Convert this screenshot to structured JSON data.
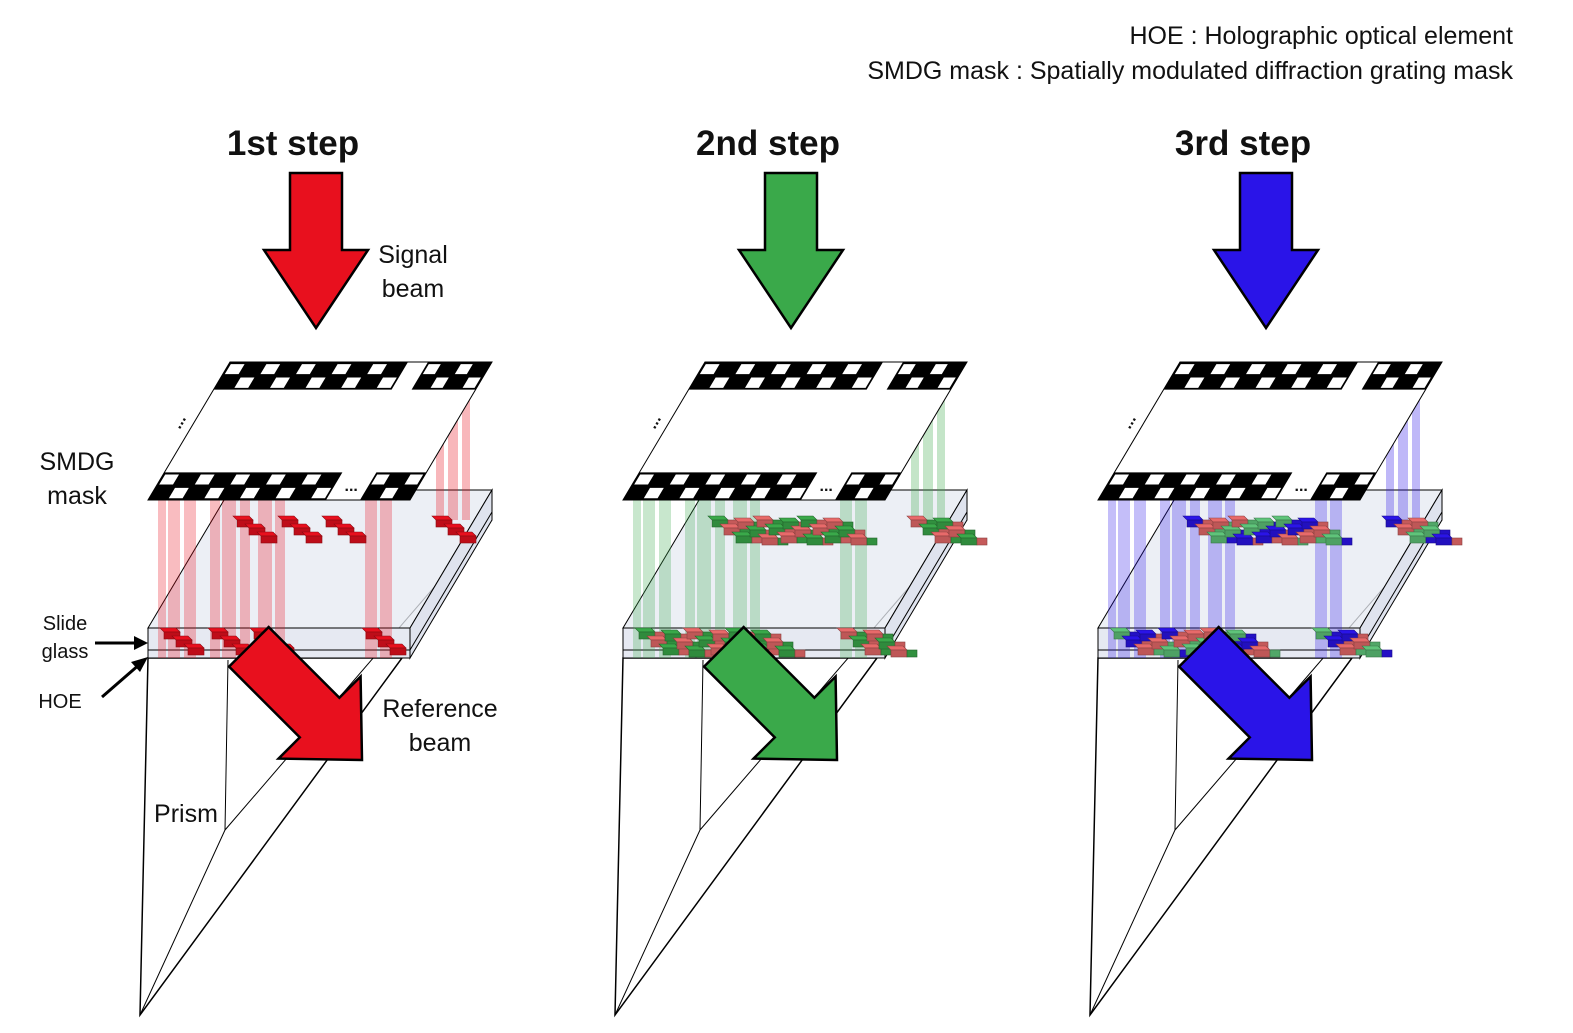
{
  "legend": {
    "line1": "HOE : Holographic optical element",
    "line2": "SMDG mask : Spatially modulated diffraction grating mask"
  },
  "labels": {
    "signal_beam": [
      "Signal",
      "beam"
    ],
    "smdg_mask": [
      "SMDG",
      "mask"
    ],
    "slide_glass": [
      "Slide",
      "glass"
    ],
    "hoe": "HOE",
    "reference_beam": [
      "Reference",
      "beam"
    ],
    "prism": "Prism",
    "ellipsis": "..."
  },
  "steps": [
    {
      "title": "1st step",
      "color": "#e8101e",
      "block_colors": [
        "#e8101e"
      ]
    },
    {
      "title": "2nd step",
      "color": "#3aa94a",
      "block_colors": [
        "#3aa94a",
        "#e86a6a"
      ]
    },
    {
      "title": "3rd step",
      "color": "#2a14e8",
      "block_colors": [
        "#2a14e8",
        "#e86a6a",
        "#5fc47a"
      ]
    }
  ]
}
